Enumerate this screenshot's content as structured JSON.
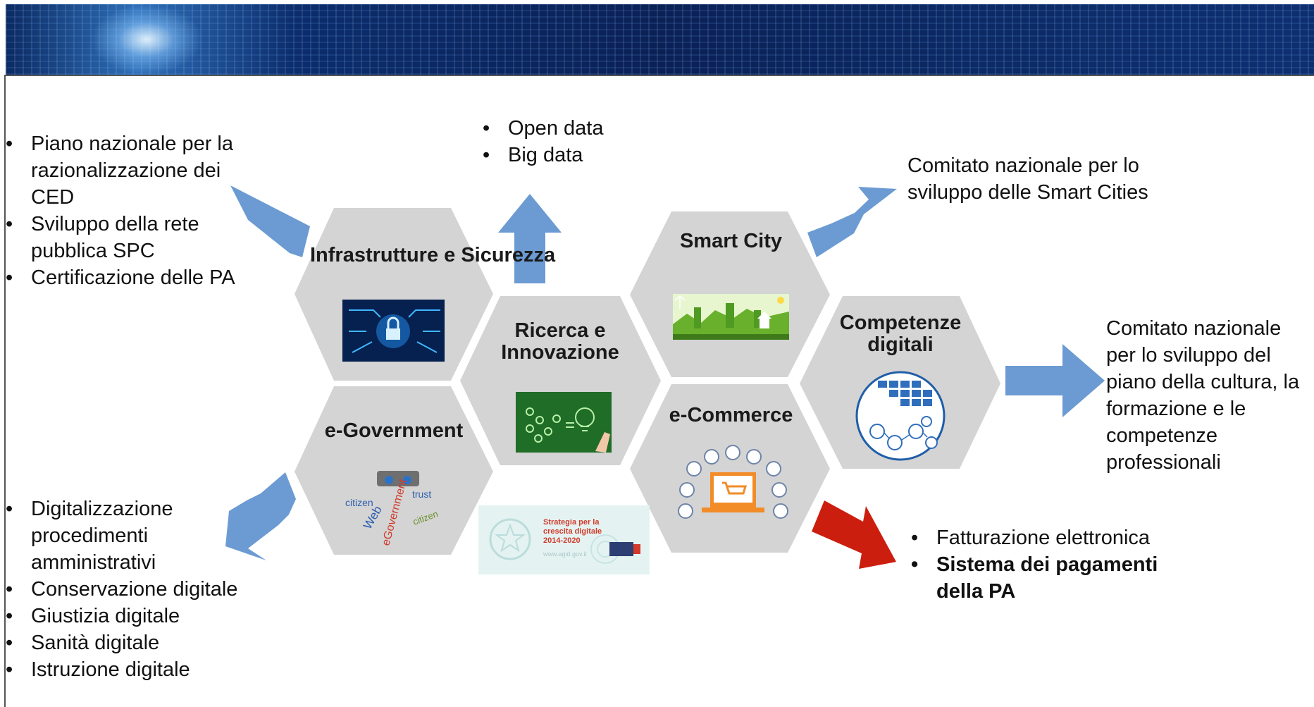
{
  "hexagons": {
    "infrastrutture": {
      "title": "Infrastrutture e Sicurezza",
      "icon": "circuit-lock-icon"
    },
    "ricerca": {
      "title": "Ricerca e Innovazione",
      "icon": "chalkboard-lightbulb-icon"
    },
    "smart_city": {
      "title": "Smart City",
      "icon": "green-city-icon"
    },
    "competenze": {
      "title": "Competenze digitali",
      "icon": "network-people-icon"
    },
    "egovernment": {
      "title": "e-Government",
      "icon": "egovernment-wordcloud-icon"
    },
    "ecommerce": {
      "title": "e-Commerce",
      "icon": "shopping-cart-screen-icon"
    }
  },
  "outcomes": {
    "infrastrutture": [
      "Piano nazionale per la razionalizzazione dei CED",
      "Sviluppo della rete pubblica SPC",
      "Certificazione delle PA"
    ],
    "ricerca": [
      "Open data",
      "Big data"
    ],
    "smart_city": "Comitato nazionale per lo sviluppo delle Smart Cities",
    "competenze": "Comitato nazionale per lo sviluppo del piano della cultura, la formazione e le competenze professionali",
    "egovernment": [
      "Digitalizzazione procedimenti amministrativi",
      "Conservazione digitale",
      "Giustizia digitale",
      "Sanità digitale",
      "Istruzione digitale"
    ],
    "ecommerce": [
      "Fatturazione elettronica",
      "Sistema dei pagamenti della PA"
    ]
  },
  "agid_cover": {
    "title": "Strategia per la crescita digitale 2014-2020",
    "url": "www.agid.gov.it"
  },
  "colors": {
    "hexagon": "#d4d4d4",
    "arrow_blue": "#6b9bd2",
    "arrow_red": "#cc1e0e",
    "banner": "#0b2a66"
  }
}
